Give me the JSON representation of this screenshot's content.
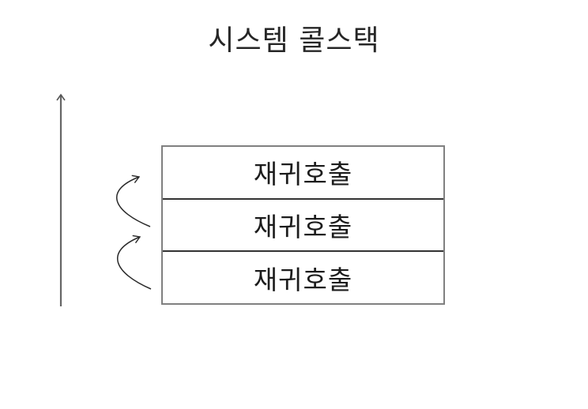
{
  "title": "시스템 콜스택",
  "stack": {
    "frames": [
      {
        "label": "재귀호출"
      },
      {
        "label": "재귀호출"
      },
      {
        "label": "재귀호출"
      }
    ]
  },
  "icons": {
    "up_arrow": "↑",
    "curved_arrow": "↷"
  },
  "colors": {
    "background": "#ffffff",
    "title_text": "#262626",
    "frame_text": "#1c1c1c",
    "box_border": "#808080",
    "frame_divider": "#333333",
    "axis_arrow": "#666666",
    "curved_arrow": "#2a2a2a"
  }
}
